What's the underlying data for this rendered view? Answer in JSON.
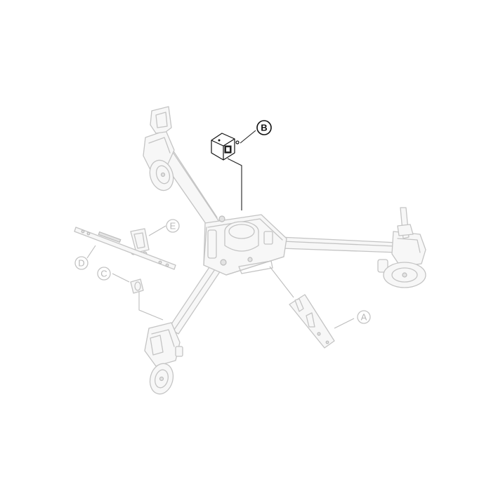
{
  "diagram": {
    "callouts": [
      {
        "id": "A",
        "label": "A",
        "highlighted": false
      },
      {
        "id": "B",
        "label": "B",
        "highlighted": true
      },
      {
        "id": "C",
        "label": "C",
        "highlighted": false
      },
      {
        "id": "D",
        "label": "D",
        "highlighted": false
      },
      {
        "id": "E",
        "label": "E",
        "highlighted": false
      }
    ]
  },
  "colors": {
    "ghost_line": "#c4c4c4",
    "highlight_line": "#111111",
    "background": "#ffffff"
  }
}
